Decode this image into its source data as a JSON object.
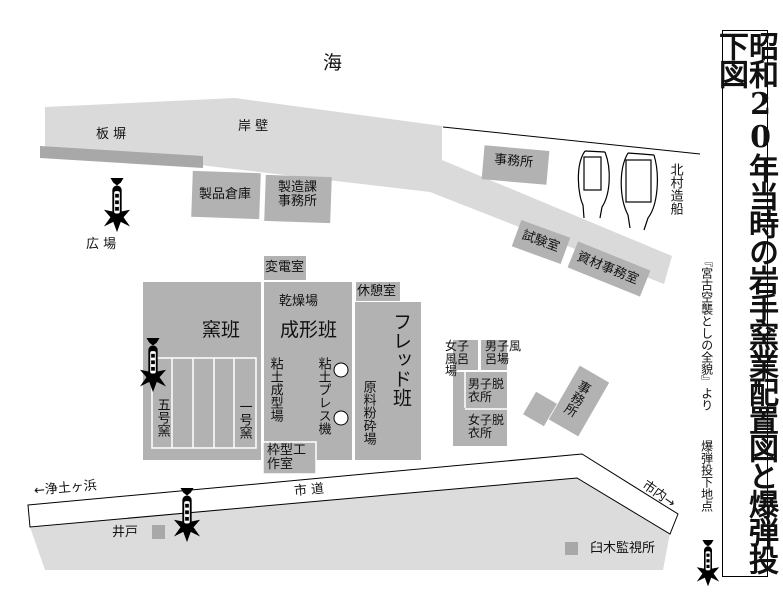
{
  "title": "昭和20年当時の岩手窯業配置図と爆弾投下図",
  "source": "『宮古空襲としの全貌』より",
  "legend": {
    "label": "爆弾投下地点",
    "icon": "bomb-explosion-icon"
  },
  "colors": {
    "building": "#b2b2b2",
    "quay": "#dadada",
    "fence": "#a8a8a8",
    "ground": "#dcdcdc",
    "text": "#111111"
  },
  "labels": {
    "sea": "海",
    "fence": "板 塀",
    "quay": "岸 壁",
    "plaza": "広 場",
    "product_warehouse": "製品倉庫",
    "manufacturing_office": "製造課事務所",
    "substation": "変電室",
    "kiln_team": "窯班",
    "kiln_5": "五号窯",
    "kiln_1": "一号窯",
    "drying_area": "乾燥場",
    "forming_team": "成形班",
    "clay_forming": "粘土成型場",
    "clay_press": "粘土プレス機",
    "rest_room": "休憩室",
    "fred_team": "フレッド班",
    "raw_material_crushing": "原料粉砕場",
    "mold_workshop": "枠型工作室",
    "office_top": "事務所",
    "kitamura_shipyard": "北村造船",
    "test_room": "試験室",
    "materials_office": "資材事務室",
    "women_bath": "女子風呂場",
    "men_bath": "男子風呂場",
    "men_changing": "男子脱衣所",
    "women_changing": "女子脱衣所",
    "office_right": "事務所",
    "road": "市 道",
    "to_jodogahama": "←浄土ヶ浜",
    "to_city": "市内→",
    "well": "井戸",
    "usuki_lookout": "臼木監視所"
  }
}
